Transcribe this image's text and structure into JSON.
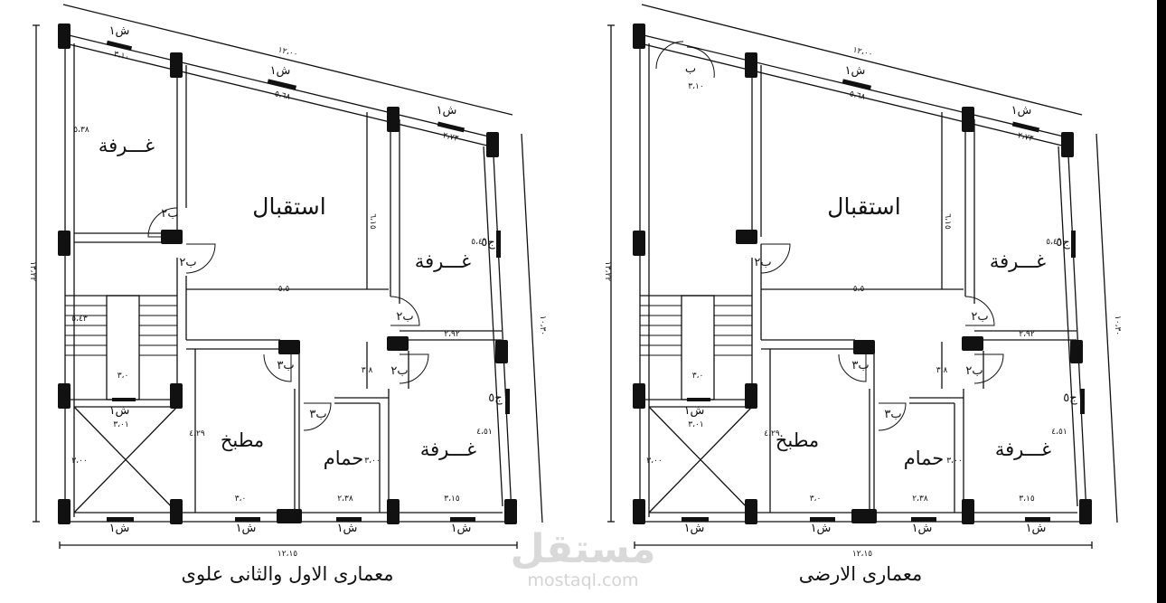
{
  "plans": [
    {
      "id": "upper",
      "caption": "معمارى الاول والثانى علوى",
      "rooms": {
        "reception": "استقبال",
        "room_top_left": "غـــرفة",
        "room_right": "غـــرفة",
        "room_bottom_right": "غـــرفة",
        "kitchen": "مطبخ",
        "bath": "حمام"
      },
      "labels": {
        "window": "ش١",
        "door2": "ب٢",
        "door3": "ب٣",
        "wing": "ج٥"
      },
      "dims": {
        "overall_width": "١٢،١٥",
        "overall_height": "١٣،٢٢",
        "right_height": "١٠،٣٠",
        "top_length": "١٢،٠٠",
        "d310": "٣،١٠",
        "d568": "٥،٦٨",
        "d273": "٢،٧٣",
        "d538": "٥،٣٨",
        "d615": "٦،١٥",
        "d546": "٥،٤٦",
        "d55": "٥،٥",
        "d543": "٥،٤٣",
        "d292": "٢،٩٢",
        "d38": "٣،٨",
        "d30": "٣،٠",
        "d301": "٣،٠١",
        "d3": "٣،٠٠",
        "d429": "٤،٢٩",
        "d451": "٤،٥١",
        "d238": "٢،٣٨",
        "d315": "٣،١٥"
      }
    },
    {
      "id": "ground",
      "caption": "معمارى الارضى",
      "rooms": {
        "reception": "استقبال",
        "room_right": "غـــرفة",
        "room_bottom_right": "غـــرفة",
        "kitchen": "مطبخ",
        "bath": "حمام"
      },
      "labels": {
        "window": "ش١",
        "door": "ب",
        "door2": "ب٢",
        "door3": "ب٣",
        "wing": "ج٥"
      },
      "dims": {
        "overall_width": "١٢،١٥",
        "overall_height": "١٣،٢٢",
        "right_height": "١٠،٣٠",
        "top_length": "١٢،٠٠",
        "d310": "٣،١٠",
        "d568": "٥،٦٨",
        "d273": "٢،٧٣",
        "d615": "٦،١٥",
        "d546": "٥،٤٦",
        "d55": "٥،٥",
        "d292": "٢،٩٢",
        "d38": "٣،٨",
        "d30": "٣،٠",
        "d301": "٣،٠١",
        "d3": "٣،٠٠",
        "d429": "٤،٢٩",
        "d451": "٤،٥١",
        "d238": "٢،٣٨",
        "d315": "٣،١٥"
      }
    }
  ],
  "watermark": {
    "brand": "مستقل",
    "site": "mostaql.com"
  }
}
